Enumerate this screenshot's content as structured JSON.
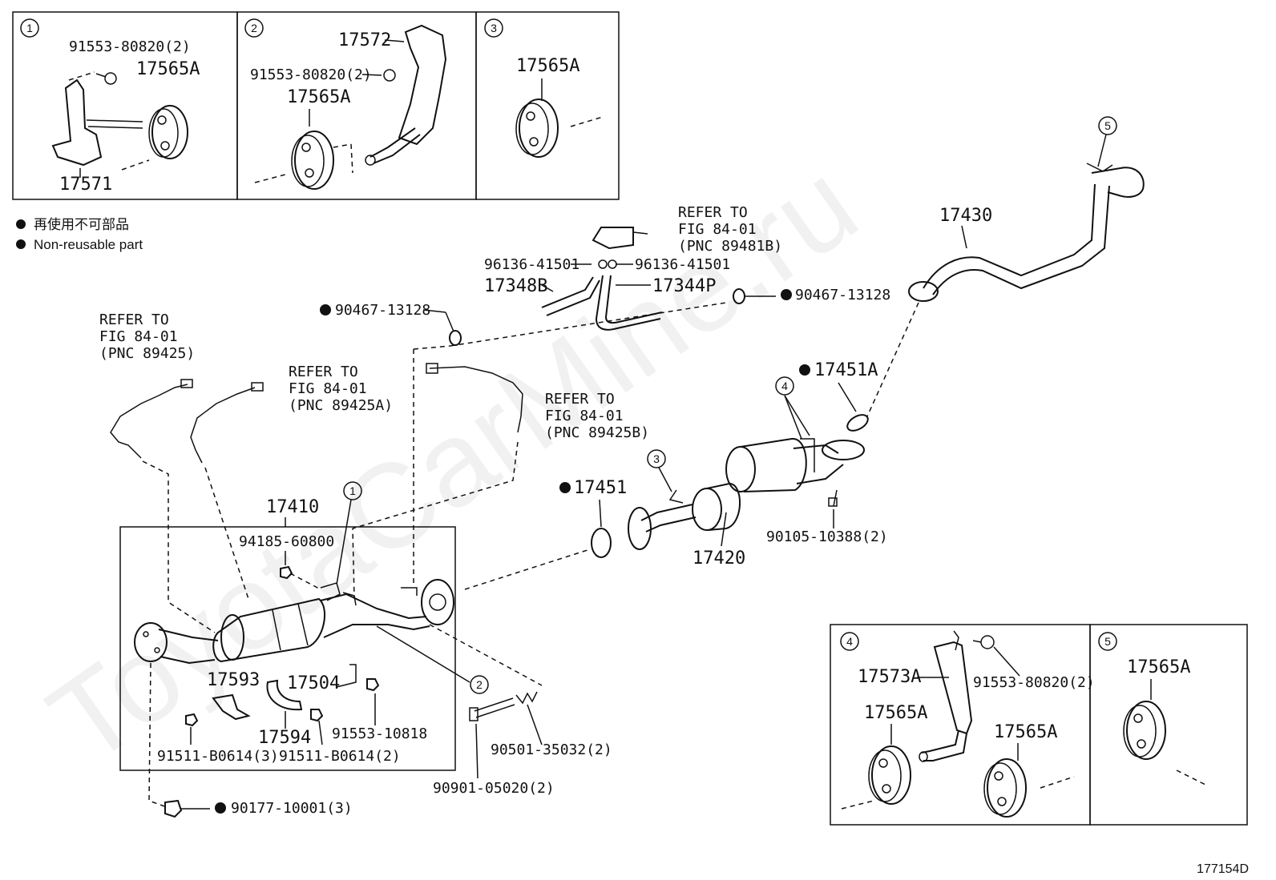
{
  "watermark": "ToyotaCarMine.ru",
  "figure_code": "177154D",
  "legend": {
    "japanese": "再使用不可部品",
    "english": "Non-reusable part"
  },
  "insets": [
    {
      "number": "1",
      "labels": [
        "91553-80820(2)",
        "17565A",
        "17571"
      ]
    },
    {
      "number": "2",
      "labels": [
        "17572",
        "91553-80820(2)",
        "17565A"
      ]
    },
    {
      "number": "3",
      "labels": [
        "17565A"
      ]
    },
    {
      "number": "4",
      "labels": [
        "17573A",
        "91553-80820(2)",
        "17565A",
        "17565A"
      ]
    },
    {
      "number": "5",
      "labels": [
        "17565A"
      ]
    }
  ],
  "callouts": [
    "1",
    "2",
    "3",
    "4",
    "5"
  ],
  "labels": {
    "refer_89481b": [
      "REFER TO",
      "FIG 84-01",
      "(PNC 89481B)"
    ],
    "refer_89425": [
      "REFER TO",
      "FIG 84-01",
      "(PNC 89425)"
    ],
    "refer_89425a": [
      "REFER TO",
      "FIG 84-01",
      "(PNC 89425A)"
    ],
    "refer_89425b": [
      "REFER TO",
      "FIG 84-01",
      "(PNC 89425B)"
    ],
    "p96136_left": "96136-41501",
    "p96136_right": "96136-41501",
    "p17348b": "17348B",
    "p17344p": "17344P",
    "p90467_left": "90467-13128",
    "p90467_right": "90467-13128",
    "p17430": "17430",
    "p17451a": "17451A",
    "p17451": "17451",
    "p17420": "17420",
    "p90105": "90105-10388(2)",
    "p17410": "17410",
    "p94185": "94185-60800",
    "p17593": "17593",
    "p17504": "17504",
    "p17594": "17594",
    "p91553_10818": "91553-10818",
    "p91511_3": "91511-B0614(3)",
    "p91511_2": "91511-B0614(2)",
    "p90501": "90501-35032(2)",
    "p90901": "90901-05020(2)",
    "p90177": "90177-10001(3)"
  }
}
